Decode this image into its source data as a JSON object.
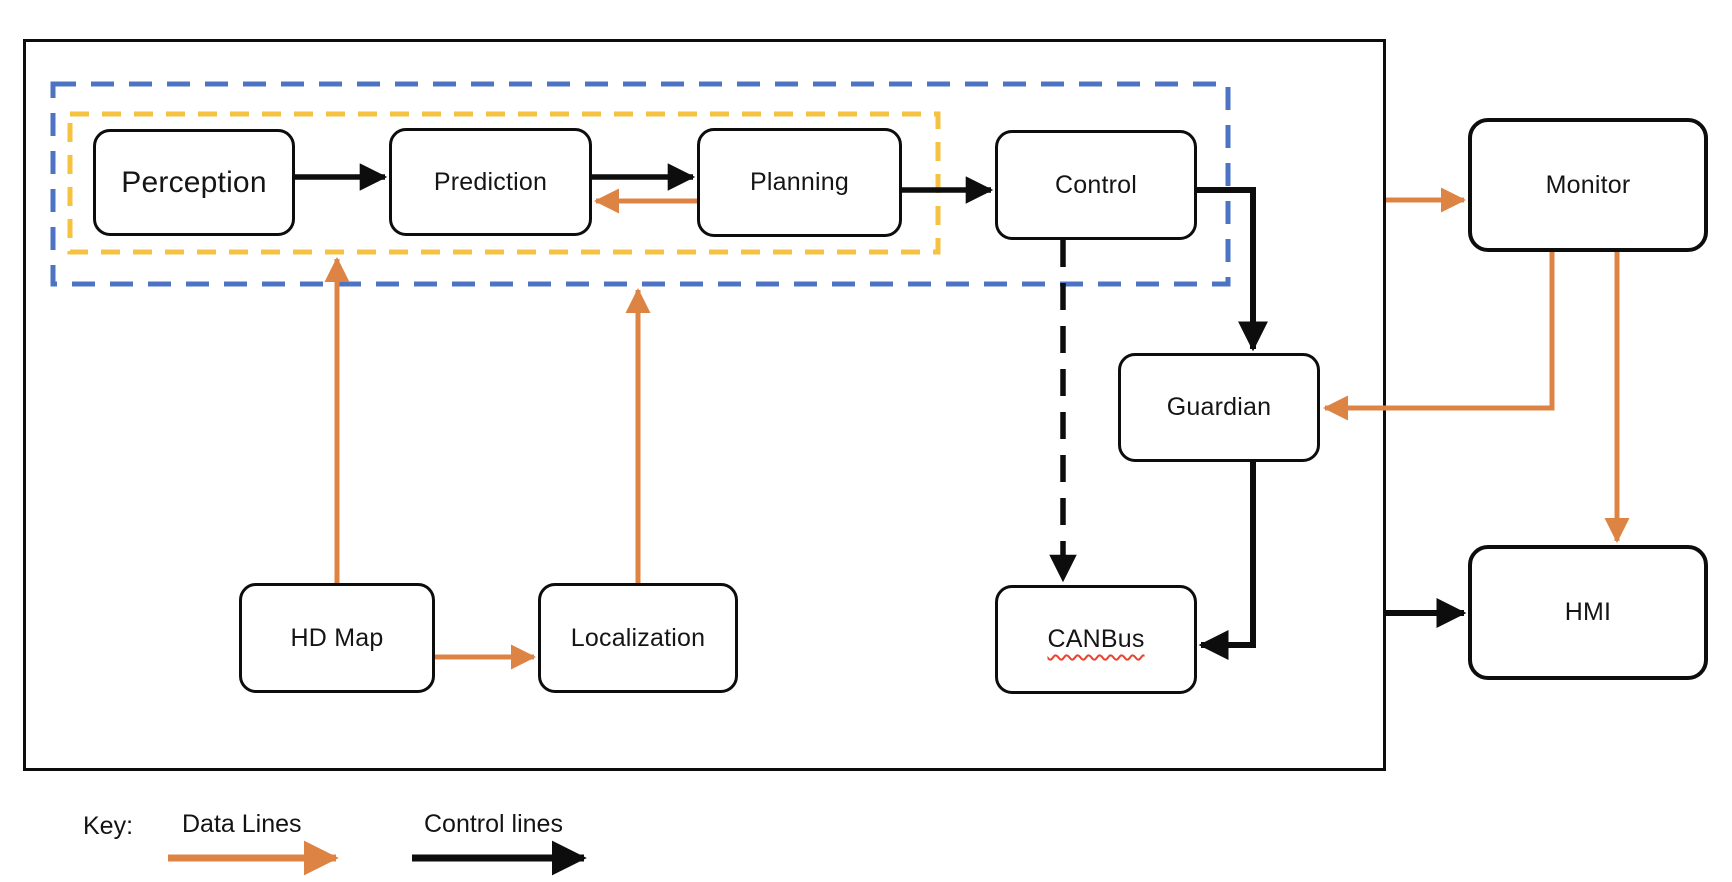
{
  "colors": {
    "orange": "#DD8445",
    "blue": "#4D74C4",
    "yellow": "#F5C242",
    "black": "#0d0d0d",
    "red_squiggle": "#E8442E"
  },
  "nodes": {
    "perception": {
      "label": "Perception"
    },
    "prediction": {
      "label": "Prediction"
    },
    "planning": {
      "label": "Planning"
    },
    "control": {
      "label": "Control"
    },
    "monitor": {
      "label": "Monitor"
    },
    "guardian": {
      "label": "Guardian"
    },
    "canbus": {
      "label": "CANBus"
    },
    "hd_map": {
      "label": "HD Map"
    },
    "localization": {
      "label": "Localization"
    },
    "hmi": {
      "label": "HMI"
    }
  },
  "legend": {
    "key_label": "Key:",
    "data_lines_label": "Data Lines",
    "control_lines_label": "Control lines"
  },
  "connections": [
    {
      "from": "Perception",
      "to": "Prediction",
      "type": "control",
      "style": "solid"
    },
    {
      "from": "Prediction",
      "to": "Planning",
      "type": "control",
      "style": "solid"
    },
    {
      "from": "Planning",
      "to": "Prediction",
      "type": "data",
      "style": "solid"
    },
    {
      "from": "Planning",
      "to": "Control",
      "type": "control",
      "style": "solid"
    },
    {
      "from": "Control",
      "to": "Guardian",
      "type": "control",
      "style": "solid"
    },
    {
      "from": "Control",
      "to": "CANBus",
      "type": "control",
      "style": "dashed"
    },
    {
      "from": "Guardian",
      "to": "CANBus",
      "type": "control",
      "style": "solid"
    },
    {
      "from": "HD Map",
      "to": "autonomy-module-group",
      "type": "data",
      "style": "solid"
    },
    {
      "from": "HD Map",
      "to": "Localization",
      "type": "data",
      "style": "solid"
    },
    {
      "from": "Localization",
      "to": "autonomy-module-group",
      "type": "data",
      "style": "solid"
    },
    {
      "from": "vehicle-frame",
      "to": "Monitor",
      "type": "data",
      "style": "solid"
    },
    {
      "from": "Monitor",
      "to": "Guardian",
      "type": "data",
      "style": "solid"
    },
    {
      "from": "Monitor",
      "to": "HMI",
      "type": "data",
      "style": "solid"
    },
    {
      "from": "vehicle-frame",
      "to": "HMI",
      "type": "control",
      "style": "solid"
    }
  ],
  "groups": [
    {
      "name": "blue-dashed-group",
      "border_color": "#4D74C4"
    },
    {
      "name": "yellow-dashed-group",
      "border_color": "#F5C242"
    }
  ]
}
